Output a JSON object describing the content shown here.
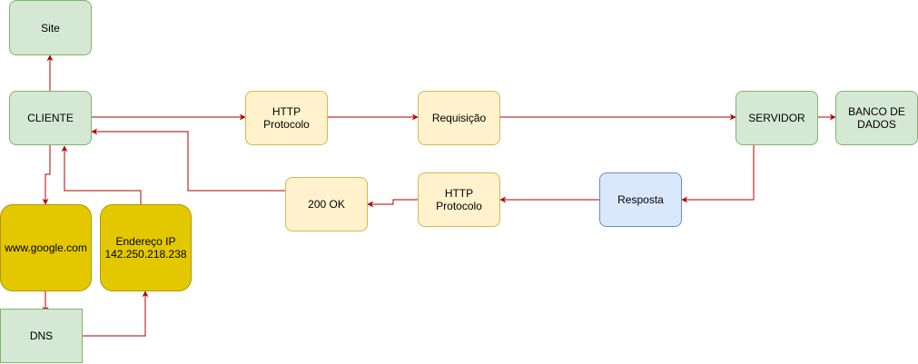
{
  "colors": {
    "edge": "#b20000",
    "green_fill": "#d5e8d4",
    "green_stroke": "#82b366",
    "yellow_fill": "#fff2cc",
    "yellow_stroke": "#d6b656",
    "gold_fill": "#e3c800",
    "gold_stroke": "#b09500",
    "blue_fill": "#dae8fc",
    "blue_stroke": "#6c8ebf"
  },
  "nodes": {
    "site": "Site",
    "cliente": "CLIENTE",
    "http_request": "HTTP\nProtocolo",
    "requisicao": "Requisição",
    "servidor": "SERVIDOR",
    "banco": "BANCO DE\nDADOS",
    "google": "www.google.com",
    "endereco_ip": "Endereço IP\n142.250.218.238",
    "dns": "DNS",
    "ok": "200 OK",
    "http_response": "HTTP\nProtocolo",
    "resposta": "Resposta"
  }
}
